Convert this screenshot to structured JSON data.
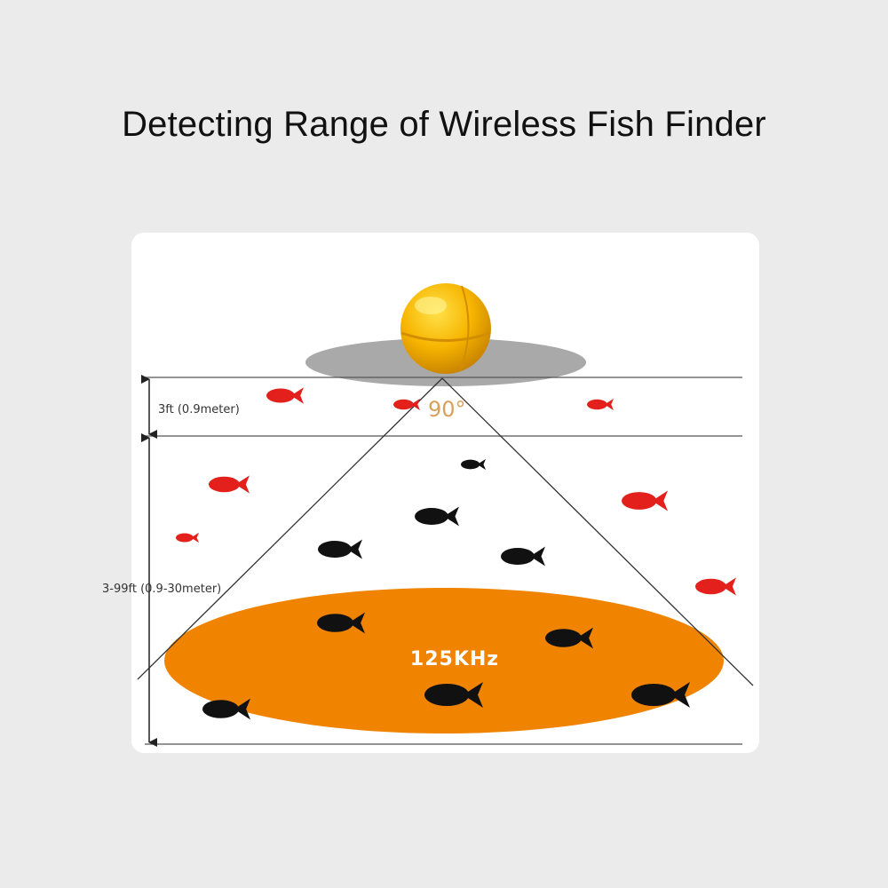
{
  "title": "Detecting Range of Wireless Fish Finder",
  "diagram": {
    "shallow_depth_label": "3ft (0.9meter)",
    "deep_depth_label": "3-99ft (0.9-30meter)",
    "beam_angle_label": "90°",
    "frequency_label": "125KHz"
  },
  "colors": {
    "background": "#ebebeb",
    "panel": "#ffffff",
    "sonar_ellipse": "#f08300",
    "sensor_ball": "#f7b500",
    "red_fish": "#e3201b",
    "black_fish": "#111111",
    "angle_text": "#d9a05a"
  },
  "icons": [
    "sensor-ball-icon",
    "red-fish-icon",
    "black-fish-icon"
  ]
}
